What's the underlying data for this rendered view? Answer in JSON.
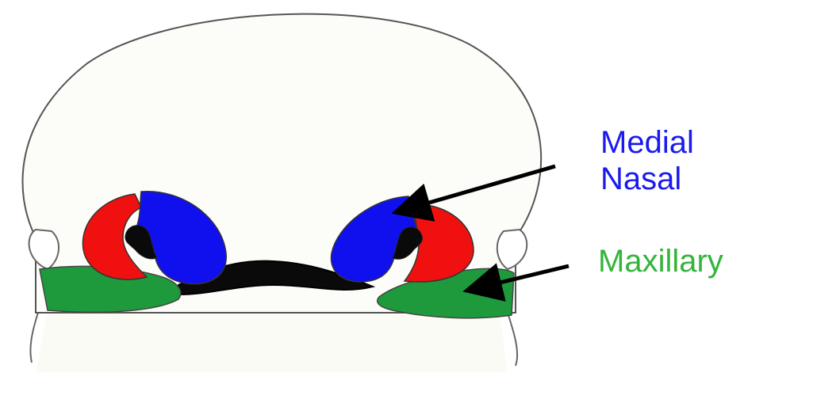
{
  "labels": {
    "medial_nasal_line1": "Medial",
    "medial_nasal_line2": "Nasal",
    "maxillary": "Maxillary"
  },
  "colors": {
    "medial_nasal": "#1010ee",
    "lateral_nasal": "#f01010",
    "maxillary": "#1e9a3c",
    "outline": "#555555",
    "skin": "#fcfcf8",
    "label_medial": "#1a1aee",
    "label_maxillary": "#33b53a",
    "stomodeum": "#0a0a0a"
  },
  "icons": {
    "arrows": "arrow-icon"
  }
}
